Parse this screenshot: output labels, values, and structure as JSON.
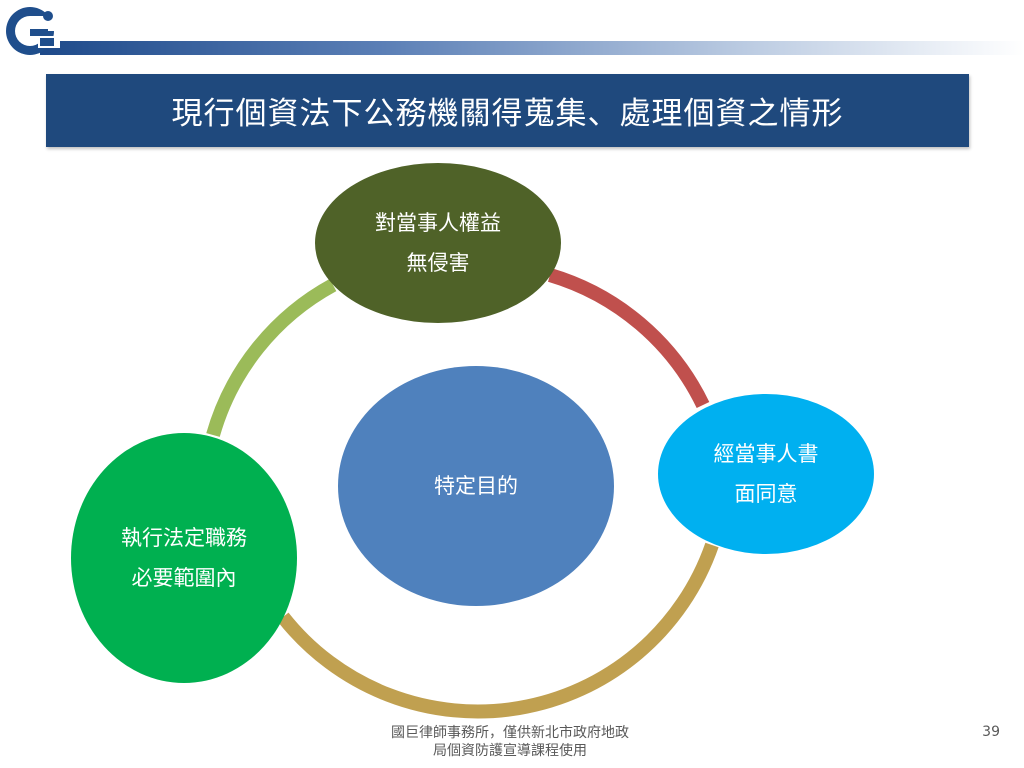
{
  "slide": {
    "title": "現行個資法下公務機關得蒐集、處理個資之情形",
    "logo_text": "G",
    "center": {
      "label": "特定目的"
    },
    "nodes": [
      {
        "id": "top",
        "lines": [
          "對當事人權益",
          "無侵害"
        ],
        "color": "#4f6228"
      },
      {
        "id": "right",
        "lines": [
          "經當事人書",
          "面同意"
        ],
        "color": "#00b0f0"
      },
      {
        "id": "left",
        "lines": [
          "執行法定職務",
          "必要範圍內"
        ],
        "color": "#00b050"
      }
    ],
    "arcs": [
      {
        "id": "top-right",
        "color": "#c0504d"
      },
      {
        "id": "right-left",
        "color": "#c0a050"
      },
      {
        "id": "left-top",
        "color": "#9bbb59"
      }
    ],
    "center_color": "#4f81bd",
    "footer": {
      "line1": "國巨律師事務所，僅供新北市政府地政",
      "line2": "局個資防護宣導課程使用"
    },
    "page_number": "39"
  }
}
